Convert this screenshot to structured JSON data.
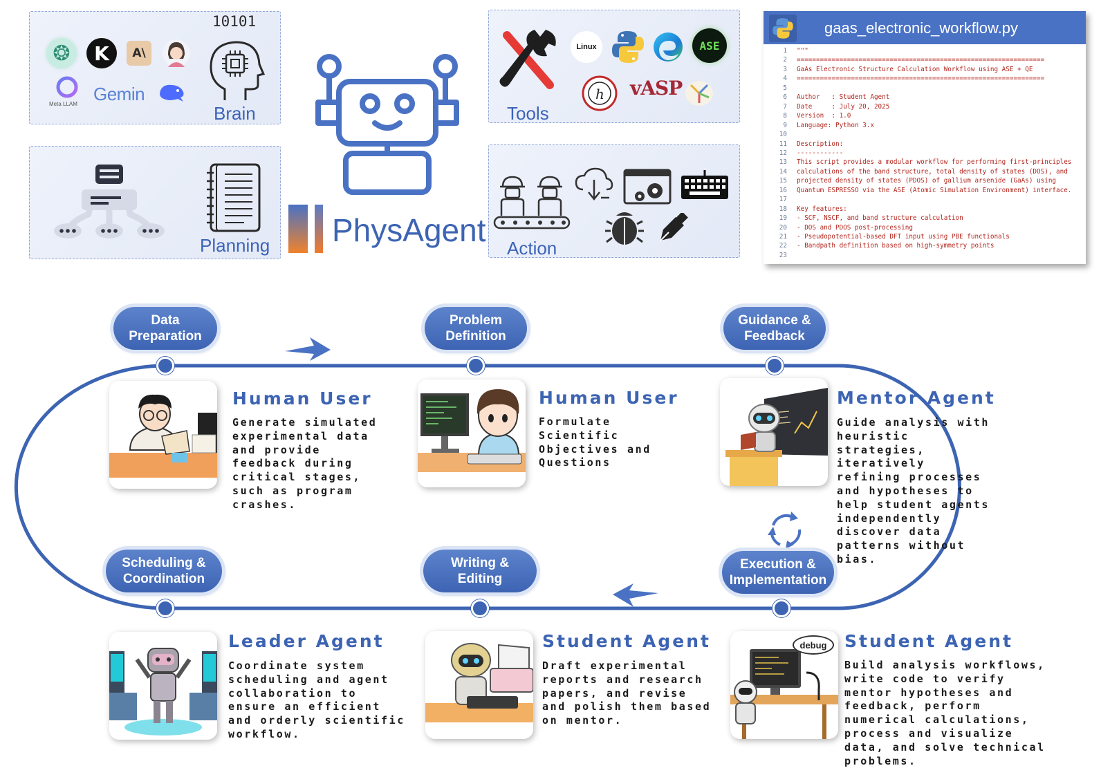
{
  "brain": {
    "label": "Brain",
    "binary": "10101",
    "logos": [
      {
        "name": "openai-logo",
        "text": "❂"
      },
      {
        "name": "kimi-logo",
        "text": "K"
      },
      {
        "name": "anthropic-logo",
        "text": "A\\"
      },
      {
        "name": "avatar-logo",
        "text": ""
      },
      {
        "name": "meta-llama-logo",
        "text": "Meta LLAM"
      },
      {
        "name": "gemini-logo",
        "text": "Gemin"
      },
      {
        "name": "deepseek-logo",
        "text": ""
      }
    ]
  },
  "planning": {
    "label": "Planning"
  },
  "center": {
    "title": "PhysAgent"
  },
  "tools": {
    "label": "Tools",
    "logos": [
      {
        "name": "linux-logo",
        "text": "Linux"
      },
      {
        "name": "ase-logo",
        "text": "ASE"
      },
      {
        "name": "vasp-logo",
        "text": "vASP"
      }
    ]
  },
  "action": {
    "label": "Action",
    "bubble": ""
  },
  "code": {
    "filename": "gaas_electronic_workflow.py",
    "lines": [
      {
        "n": "1",
        "t": "\"\"\""
      },
      {
        "n": "2",
        "t": "================================================================"
      },
      {
        "n": "3",
        "t": "GaAs Electronic Structure Calculation Workflow using ASE + QE"
      },
      {
        "n": "4",
        "t": "================================================================"
      },
      {
        "n": "5",
        "t": ""
      },
      {
        "n": "6",
        "t": "Author   : Student Agent"
      },
      {
        "n": "7",
        "t": "Date     : July 20, 2025"
      },
      {
        "n": "8",
        "t": "Version  : 1.0"
      },
      {
        "n": "9",
        "t": "Language: Python 3.x"
      },
      {
        "n": "10",
        "t": ""
      },
      {
        "n": "11",
        "t": "Description:"
      },
      {
        "n": "12",
        "t": "------------"
      },
      {
        "n": "13",
        "t": "This script provides a modular workflow for performing first-principles"
      },
      {
        "n": "14",
        "t": "calculations of the band structure, total density of states (DOS), and"
      },
      {
        "n": "15",
        "t": "projected density of states (PDOS) of gallium arsenide (GaAs) using"
      },
      {
        "n": "16",
        "t": "Quantum ESPRESSO via the ASE (Atomic Simulation Environment) interface."
      },
      {
        "n": "17",
        "t": ""
      },
      {
        "n": "18",
        "t": "Key features:"
      },
      {
        "n": "19",
        "t": "- SCF, NSCF, and band structure calculation"
      },
      {
        "n": "20",
        "t": "- DOS and PDOS post-processing"
      },
      {
        "n": "21",
        "t": "- Pseudopotential-based DFT input using PBE functionals"
      },
      {
        "n": "22",
        "t": "- Bandpath definition based on high-symmetry points"
      },
      {
        "n": "23",
        "t": ""
      }
    ]
  },
  "stages": {
    "data_prep": "Data\nPreparation",
    "problem_def": "Problem\nDefinition",
    "guidance": "Guidance &\nFeedback",
    "scheduling": "Scheduling &\nCoordination",
    "writing": "Writing &\nEditing",
    "execution": "Execution &\nImplementation"
  },
  "agents": {
    "human1": {
      "title": "Human User",
      "desc": "Generate simulated experimental data and provide feedback during critical stages, such as program crashes."
    },
    "human2": {
      "title": "Human User",
      "desc": "Formulate Scientific Objectives and Questions"
    },
    "mentor": {
      "title": "Mentor Agent",
      "desc": "Guide analysis with heuristic strategies, iteratively refining processes and hypotheses to help student agents independently discover data patterns without bias."
    },
    "leader": {
      "title": "Leader Agent",
      "desc": "Coordinate system scheduling and agent collaboration to ensure an efficient and orderly scientific workflow."
    },
    "student_writer": {
      "title": "Student Agent",
      "desc": "Draft experimental reports and research papers, and revise and polish them based on mentor."
    },
    "student_coder": {
      "title": "Student Agent",
      "desc": "Build analysis workflows, write code to verify mentor hypotheses and feedback, perform numerical calculations, process and visualize data, and solve technical problems.",
      "bubble": "debug"
    }
  },
  "colors": {
    "accent": "#3d64b3",
    "panel": "#e8edf8",
    "code_red": "#b3261e"
  }
}
